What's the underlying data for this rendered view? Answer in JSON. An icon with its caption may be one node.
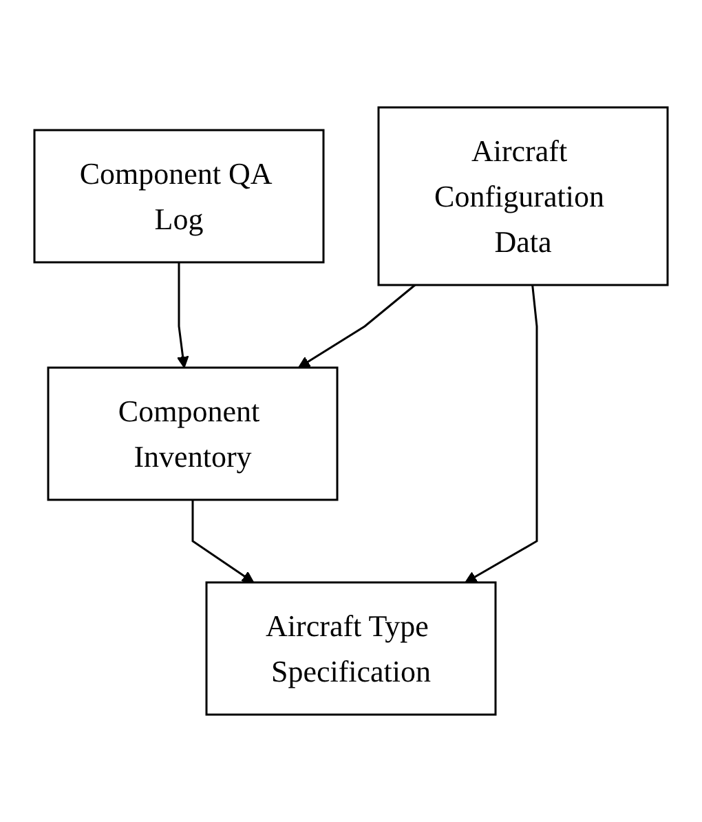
{
  "diagram": {
    "nodes": [
      {
        "text": [
          "Component QA Log"
        ]
      },
      {
        "text": [
          "Aircraft Configuration Data"
        ]
      },
      {
        "text": [
          "Component Inventory"
        ]
      },
      {
        "text": [
          "Aircraft Type Specification"
        ]
      }
    ],
    "edges": [
      {
        "from": 0,
        "to": 2,
        "arrow": "to"
      },
      {
        "from": 1,
        "to": 2,
        "arrow": "to"
      },
      {
        "from": 1,
        "to": 3,
        "arrow": "to"
      },
      {
        "from": 2,
        "to": 3,
        "arrow": "to"
      }
    ]
  }
}
